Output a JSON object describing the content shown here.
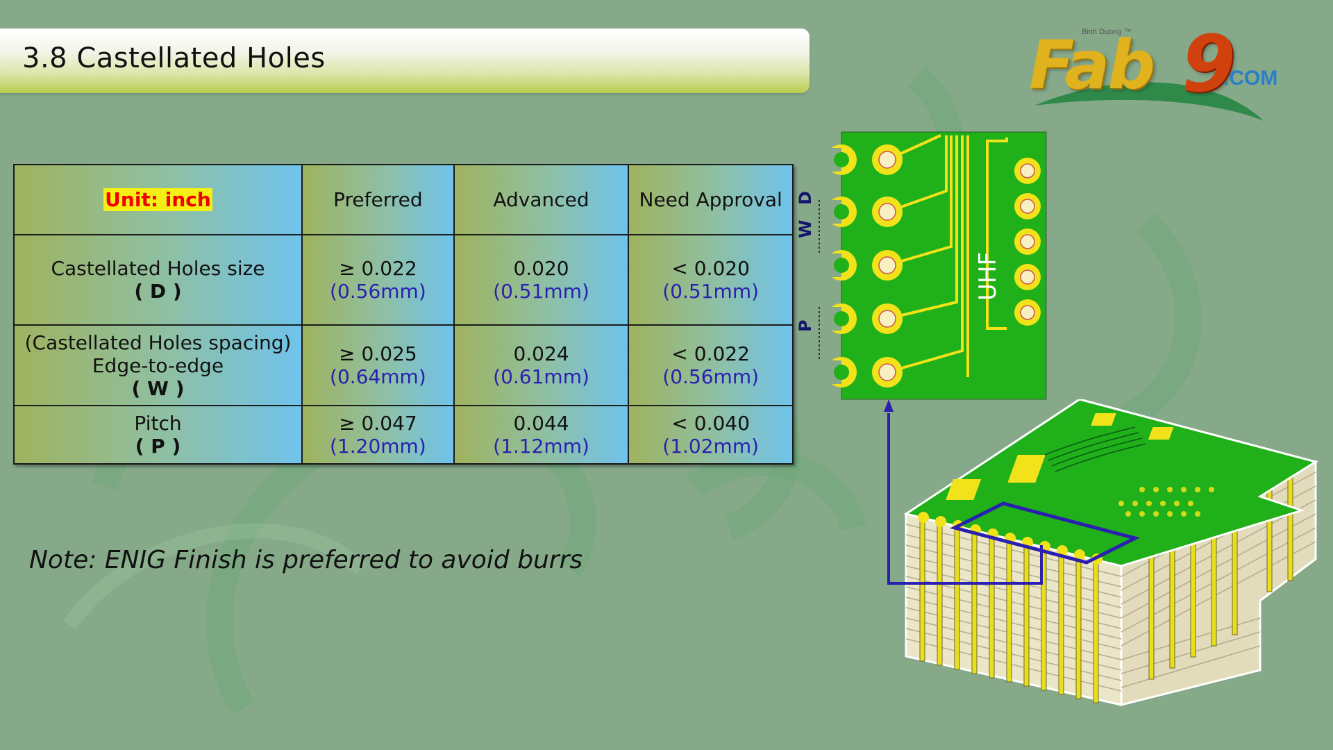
{
  "slide": {
    "title": "3.8 Castellated Holes",
    "note": "Note: ENIG Finish is preferred to avoid burrs"
  },
  "logo": {
    "word": "Fab",
    "number": "9",
    "domain": ".COM",
    "tagline": "Binh Duong ™"
  },
  "table": {
    "header": {
      "unit_label": "Unit: inch",
      "columns": [
        "Preferred",
        "Advanced",
        "Need Approval"
      ]
    },
    "rows": [
      {
        "label_lines": [
          "Castellated Holes size"
        ],
        "symbol": "( D )",
        "cells": [
          {
            "value": "≥ 0.022",
            "mm": "(0.56mm)"
          },
          {
            "value": "0.020",
            "mm": "(0.51mm)"
          },
          {
            "value": "< 0.020",
            "mm": "(0.51mm)"
          }
        ]
      },
      {
        "label_lines": [
          "(Castellated Holes spacing)",
          "Edge-to-edge"
        ],
        "symbol": "( W )",
        "cells": [
          {
            "value": "≥  0.025",
            "mm": "(0.64mm)"
          },
          {
            "value": "0.024",
            "mm": "(0.61mm)"
          },
          {
            "value": "< 0.022",
            "mm": "(0.56mm)"
          }
        ]
      },
      {
        "label_lines": [
          "Pitch"
        ],
        "symbol": "( P )",
        "cells": [
          {
            "value": "≥  0.047",
            "mm": "(1.20mm)"
          },
          {
            "value": "0.044",
            "mm": "(1.12mm)"
          },
          {
            "value": "< 0.040",
            "mm": "(1.02mm)"
          }
        ]
      }
    ]
  },
  "diagram": {
    "dimension_labels": {
      "d": "D",
      "w": "W",
      "p": "P"
    },
    "board_label": "UHF"
  },
  "colors": {
    "background": "#86a98a",
    "pcb_green": "#1fb01a",
    "pad_yellow": "#f2e21a",
    "callout_blue": "#2a1fb0",
    "unit_highlight": "#f4f015",
    "unit_text": "#f00000"
  }
}
